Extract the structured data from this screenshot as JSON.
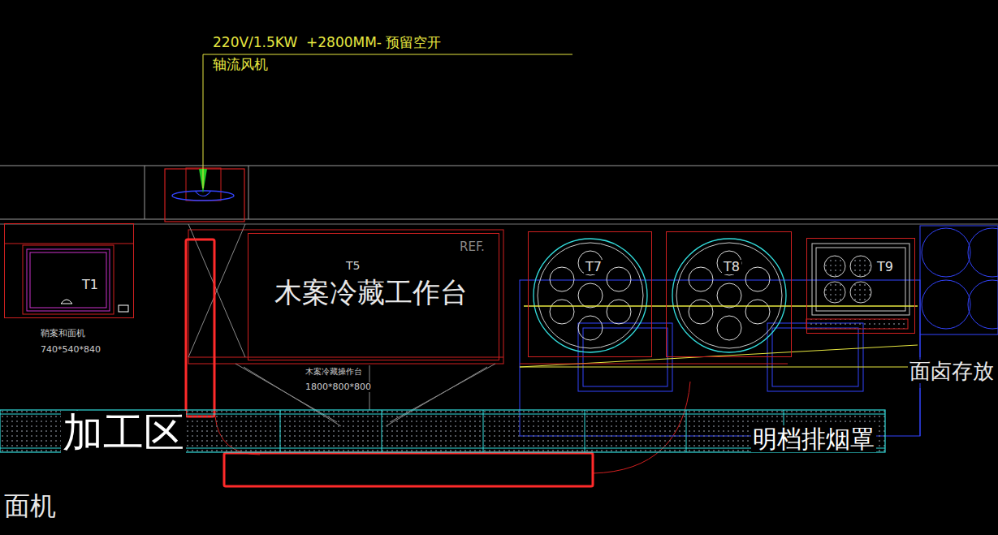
{
  "diagram": {
    "nodes": [
      {
        "text": [
          "T1"
        ]
      },
      {
        "text": [
          "T5",
          "木案冷藏工作台"
        ]
      },
      {
        "text": [
          "T7"
        ]
      },
      {
        "text": [
          "T8"
        ]
      },
      {
        "text": [
          "T9"
        ]
      }
    ],
    "labels": [
      "220V/1.5KW  +2800MM- 预留空开",
      "轴流风机",
      "REF.",
      "鞘案和面机",
      "740*540*840",
      "木案冷藏操作台",
      "1800*800*800",
      "面卤存放",
      "加工区",
      "明档排烟罩",
      "面机"
    ]
  }
}
